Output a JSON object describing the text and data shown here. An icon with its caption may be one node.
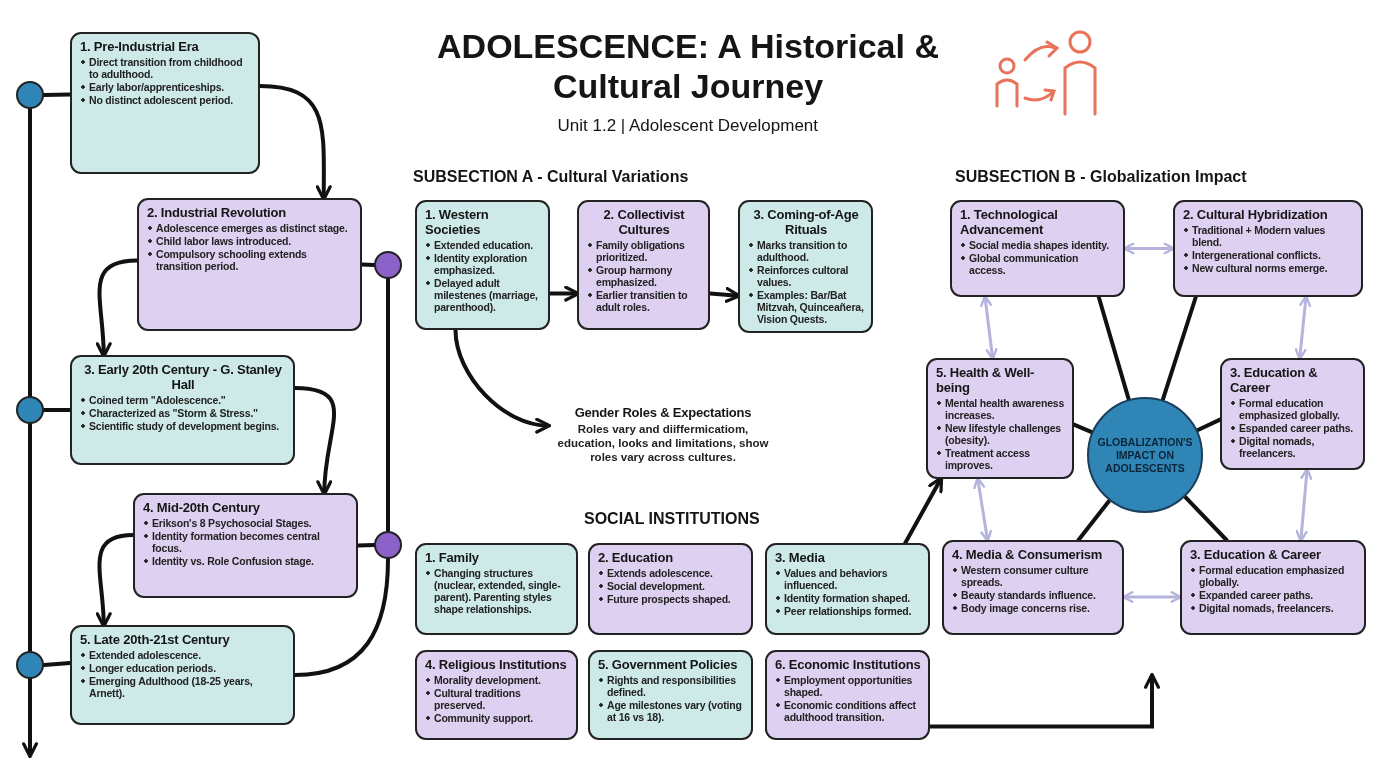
{
  "diagram": {
    "title": "ADOLESCENCE: A Historical & Cultural Journey",
    "nodes": [
      {
        "text": [
          "1. Pre-Industrial Era",
          "Direct transition from childhood to adulthood.",
          "Early labor/apprenticeships.",
          "No distinct adolescent period."
        ]
      },
      {
        "text": [
          "2. Industrial Revolution",
          "Adolescence emerges as distinct stage.",
          "Child labor laws introduced.",
          "Compulsory schooling extends transition period."
        ]
      },
      {
        "text": [
          "3. Early 20th Century - G. Stanley Hall",
          "Coined term \"Adolescence.\"",
          "Characterized as \"Storm & Stress.\"",
          "Scientific study of development begins."
        ]
      },
      {
        "text": [
          "4. Mid-20th Century",
          "Erikson's 8 Psychosocial Stages.",
          "Identity formation becomes central focus.",
          "Identity vs. Role Confusion stage."
        ]
      },
      {
        "text": [
          "5. Late 20th-21st Century",
          "Extended adolescence.",
          "Longer education periods.",
          "Emerging Adulthood (18-25 years, Arnett)."
        ]
      },
      {
        "text": [],
        "shape": "circle"
      },
      {
        "text": [],
        "shape": "circle"
      },
      {
        "text": [],
        "shape": "circle"
      },
      {
        "text": [],
        "shape": "circle"
      },
      {
        "text": [],
        "shape": "circle"
      },
      {
        "text": [
          "1. Western Societies",
          "Extended education.",
          "Identity exploration emphasized.",
          "Delayed adult milestenes (marriage, parenthood)."
        ]
      },
      {
        "text": [
          "2. Collectivist Cultures",
          "Family obligations prioritized.",
          "Group harmony emphasized.",
          "Earlier transitien to adult roles."
        ]
      },
      {
        "text": [
          "3. Coming-of-Age Rituals",
          "Marks transition to adulthood.",
          "Reinforces cultoral values.",
          "Examples: Bar/Bat Mitzvah, Quinceañera, Vision Quests."
        ]
      },
      {
        "text": [
          "Gender Roles & Expectations",
          "Roles vary and diiffermicatiom, education, looks and limitations, show roles vary across cultures."
        ]
      },
      {
        "text": [
          "1. Family",
          "Changing structures (nuclear, extended, single-parent). Parenting styles shape relationships."
        ]
      },
      {
        "text": [
          "2. Education",
          "Extends adolescence.",
          "Social development.",
          "Future prospects shaped."
        ]
      },
      {
        "text": [
          "3. Media",
          "Values and behaviors influenced.",
          "Identity formation shaped.",
          "Peer relationships formed."
        ]
      },
      {
        "text": [
          "4. Religious Institutions",
          "Morality development.",
          "Cultural traditions preserved.",
          "Community support."
        ]
      },
      {
        "text": [
          "5. Government Policies",
          "Rights and responsibilities defined.",
          "Age milestones vary (voting at 16 vs 18)."
        ]
      },
      {
        "text": [
          "6. Economic Institutions",
          "Employment opportunities shaped.",
          "Economic conditions affect adulthood transition."
        ]
      },
      {
        "text": [
          "1. Technological Advancement",
          "Social media shapes identity.",
          "Global communication access."
        ]
      },
      {
        "text": [
          "2. Cultural Hybridization",
          "Traditional + Modern values blend.",
          "Intergenerational conflicts.",
          "New cultural norms emerge."
        ]
      },
      {
        "text": [
          "5. Health & Well-being",
          "Mental health awareness increases.",
          "New lifestyle challenges (obesity).",
          "Treatment access improves."
        ]
      },
      {
        "text": [
          "GLOBALIZATION'S IMPACT ON ADOLESCENTS"
        ]
      },
      {
        "text": [
          "3. Education & Career",
          "Formal education emphasized globally.",
          "Espanded career paths.",
          "Digital nomads, freelancers."
        ]
      },
      {
        "text": [
          "4. Media & Consumerism",
          "Western consumer culture spreads.",
          "Beauty standards influence.",
          "Body image concerns rise."
        ]
      },
      {
        "text": [
          "3. Education & Career",
          "Formal education emphasized globally.",
          "Expanded career paths.",
          "Digital nomads, freelancers."
        ]
      }
    ],
    "edges": [
      {
        "from": 0,
        "to": 1,
        "arrow": "to"
      },
      {
        "from": 1,
        "to": 2,
        "arrow": "to"
      },
      {
        "from": 2,
        "to": 3,
        "arrow": "to"
      },
      {
        "from": 3,
        "to": 4,
        "arrow": "to"
      },
      {
        "from": 5,
        "to": 0,
        "arrow": "none"
      },
      {
        "from": 6,
        "to": 2,
        "arrow": "none"
      },
      {
        "from": 7,
        "to": 4,
        "arrow": "none"
      },
      {
        "from": 5,
        "to": 6,
        "arrow": "none"
      },
      {
        "from": 6,
        "to": 7,
        "arrow": "none"
      },
      {
        "from": 7,
        "to": null,
        "arrow": "to"
      },
      {
        "from": 8,
        "to": 1,
        "arrow": "none"
      },
      {
        "from": 9,
        "to": 3,
        "arrow": "none"
      },
      {
        "from": 8,
        "to": 9,
        "arrow": "none"
      },
      {
        "from": 4,
        "to": 9,
        "arrow": "none"
      },
      {
        "from": 10,
        "to": 11,
        "arrow": "to"
      },
      {
        "from": 11,
        "to": 12,
        "arrow": "to"
      },
      {
        "from": 10,
        "to": 13,
        "arrow": "to"
      },
      {
        "from": 16,
        "to": 22,
        "arrow": "to"
      },
      {
        "from": 19,
        "to": null,
        "arrow": "to"
      },
      {
        "from": 23,
        "to": 20,
        "arrow": "none"
      },
      {
        "from": 23,
        "to": 21,
        "arrow": "none"
      },
      {
        "from": 23,
        "to": 22,
        "arrow": "none"
      },
      {
        "from": 23,
        "to": 24,
        "arrow": "none"
      },
      {
        "from": 23,
        "to": 25,
        "arrow": "none"
      },
      {
        "from": 23,
        "to": 26,
        "arrow": "none"
      },
      {
        "from": 20,
        "to": 21,
        "arrow": "both",
        "color": "#b4b4dc"
      },
      {
        "from": 21,
        "to": 24,
        "arrow": "both",
        "color": "#b4b4dc"
      },
      {
        "from": 24,
        "to": 26,
        "arrow": "both",
        "color": "#b4b4dc"
      },
      {
        "from": 25,
        "to": 26,
        "arrow": "both",
        "color": "#b4b4dc"
      },
      {
        "from": 22,
        "to": 25,
        "arrow": "both",
        "color": "#b4b4dc"
      },
      {
        "from": 20,
        "to": 22,
        "arrow": "both",
        "color": "#b4b4dc"
      }
    ],
    "labels": [
      "Unit 1.2 | Adolescent Development",
      "SUBSECTION A - Cultural Variations",
      "SUBSECTION B - Globalization Impact",
      "SOCIAL INSTITUTIONS"
    ]
  }
}
